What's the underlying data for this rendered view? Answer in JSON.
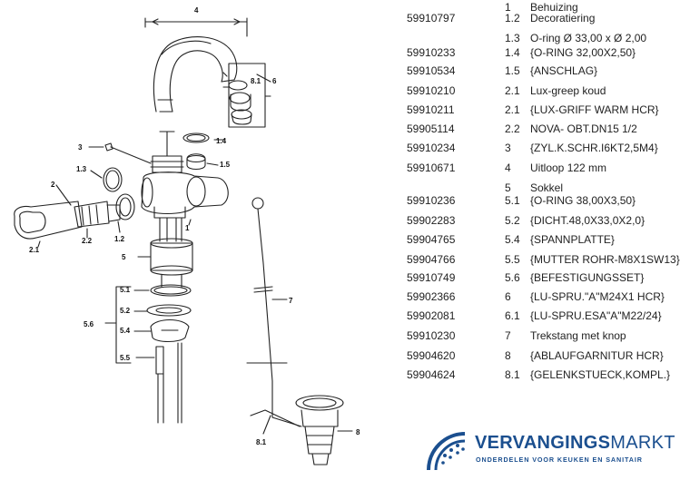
{
  "diagram": {
    "labels": [
      "4",
      "8.1",
      "6",
      "1.4",
      "3",
      "1.5",
      "1.3",
      "2",
      "1",
      "2.1",
      "2.2",
      "1.2",
      "5",
      "5.1",
      "5.2",
      "5.4",
      "5.5",
      "5.6",
      "7",
      "8",
      "8.1"
    ]
  },
  "parts": [
    {
      "code": "",
      "num": "1",
      "desc": "Behuizing"
    },
    {
      "code": "59910797",
      "num": "1.2",
      "desc": "Decoratiering"
    },
    {
      "code": "",
      "num": "1.3",
      "desc": "O-ring Ø 33,00 x Ø 2,00"
    },
    {
      "code": "59910233",
      "num": "1.4",
      "desc": "{O-RING 32,00X2,50}"
    },
    {
      "code": "59910534",
      "num": "1.5",
      "desc": "{ANSCHLAG}"
    },
    {
      "code": "59910210",
      "num": "2.1",
      "desc": "Lux-greep koud"
    },
    {
      "code": "59910211",
      "num": "2.1",
      "desc": "{LUX-GRIFF WARM HCR}"
    },
    {
      "code": "59905114",
      "num": "2.2",
      "desc": "NOVA- OBT.DN15 1/2"
    },
    {
      "code": "59910234",
      "num": "3",
      "desc": "{ZYL.K.SCHR.I6KT2,5M4}"
    },
    {
      "code": "59910671",
      "num": "4",
      "desc": "Uitloop 122 mm"
    },
    {
      "code": "",
      "num": "5",
      "desc": "Sokkel"
    },
    {
      "code": "59910236",
      "num": "5.1",
      "desc": "{O-RING 38,00X3,50}"
    },
    {
      "code": "59902283",
      "num": "5.2",
      "desc": "{DICHT.48,0X33,0X2,0}"
    },
    {
      "code": "59904765",
      "num": "5.4",
      "desc": "{SPANNPLATTE}"
    },
    {
      "code": "59904766",
      "num": "5.5",
      "desc": "{MUTTER ROHR-M8X1SW13}"
    },
    {
      "code": "59910749",
      "num": "5.6",
      "desc": "{BEFESTIGUNGSSET}"
    },
    {
      "code": "59902366",
      "num": "6",
      "desc": "{LU-SPRU.\"A\"M24X1 HCR}"
    },
    {
      "code": "59902081",
      "num": "6.1",
      "desc": "{LU-SPRU.ESA\"A\"M22/24}"
    },
    {
      "code": "59910230",
      "num": "7",
      "desc": "Trekstang met knop"
    },
    {
      "code": "59904620",
      "num": "8",
      "desc": "{ABLAUFGARNITUR HCR}"
    },
    {
      "code": "59904624",
      "num": "8.1",
      "desc": "{GELENKSTUECK,KOMPL.}"
    }
  ],
  "logo": {
    "brand_bold": "VERVANGINGS",
    "brand_light": "MARKT",
    "tagline": "ONDERDELEN VOOR KEUKEN EN SANITAIR",
    "color": "#1b4f8f"
  }
}
